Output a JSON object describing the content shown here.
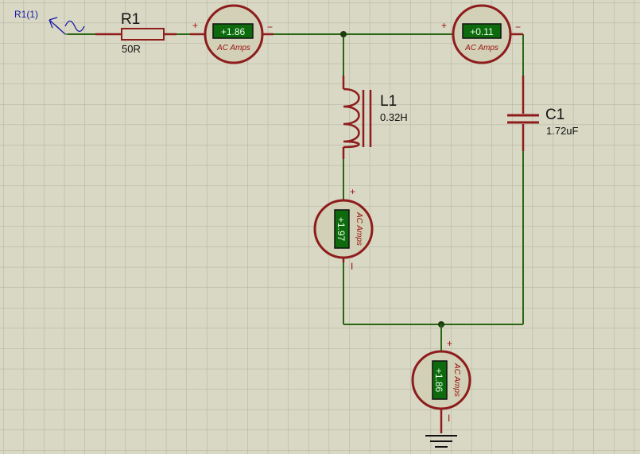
{
  "source": {
    "label": "R1(1)",
    "icon": "ac-source-icon"
  },
  "resistor": {
    "ref": "R1",
    "value": "50R"
  },
  "inductor": {
    "ref": "L1",
    "value": "0.32H"
  },
  "capacitor": {
    "ref": "C1",
    "value": "1.72uF"
  },
  "meters": {
    "m1": {
      "reading": "+1.86",
      "name": "AC Amps",
      "plus": "+",
      "minus": "−"
    },
    "m2": {
      "reading": "+0.11",
      "name": "AC Amps",
      "plus": "+",
      "minus": "−"
    },
    "m3": {
      "reading": "+1.97",
      "name": "AC Amps",
      "plus": "+",
      "minus": "I"
    },
    "m4": {
      "reading": "+1.86",
      "name": "AC Amps",
      "plus": "+",
      "minus": "I"
    }
  },
  "ground": {
    "icon": "ground-icon"
  },
  "colors": {
    "wire": "#2a6614",
    "component": "#8e1c1c",
    "display": "#0d6b0d",
    "meter_fill": "#d2d0b6",
    "grid": "#aeae98"
  }
}
